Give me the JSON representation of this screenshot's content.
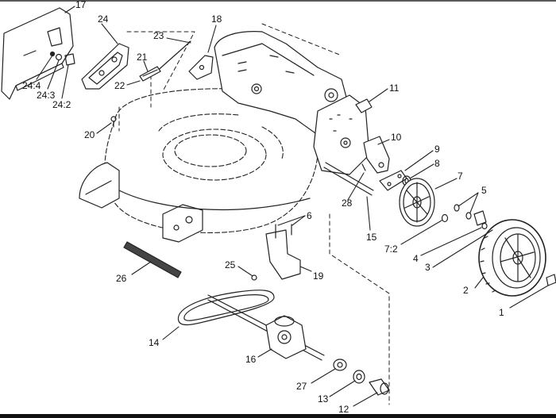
{
  "diagram": {
    "callouts": [
      {
        "id": "c17",
        "text": "17"
      },
      {
        "id": "c24",
        "text": "24"
      },
      {
        "id": "c18",
        "text": "18"
      },
      {
        "id": "c23",
        "text": "23"
      },
      {
        "id": "c21",
        "text": "21"
      },
      {
        "id": "c22",
        "text": "22"
      },
      {
        "id": "c24_4",
        "text": "24:4"
      },
      {
        "id": "c24_3",
        "text": "24:3"
      },
      {
        "id": "c24_2",
        "text": "24:2"
      },
      {
        "id": "c20",
        "text": "20"
      },
      {
        "id": "c11",
        "text": "11"
      },
      {
        "id": "c10",
        "text": "10"
      },
      {
        "id": "c9",
        "text": "9"
      },
      {
        "id": "c8",
        "text": "8"
      },
      {
        "id": "c7",
        "text": "7"
      },
      {
        "id": "c5",
        "text": "5"
      },
      {
        "id": "c28",
        "text": "28"
      },
      {
        "id": "c15",
        "text": "15"
      },
      {
        "id": "c7_2",
        "text": "7:2"
      },
      {
        "id": "c4",
        "text": "4"
      },
      {
        "id": "c3",
        "text": "3"
      },
      {
        "id": "c6",
        "text": "6"
      },
      {
        "id": "c19",
        "text": "19"
      },
      {
        "id": "c25",
        "text": "25"
      },
      {
        "id": "c26",
        "text": "26"
      },
      {
        "id": "c2",
        "text": "2"
      },
      {
        "id": "c1",
        "text": "1"
      },
      {
        "id": "c14",
        "text": "14"
      },
      {
        "id": "c16",
        "text": "16"
      },
      {
        "id": "c27",
        "text": "27"
      },
      {
        "id": "c13",
        "text": "13"
      },
      {
        "id": "c12",
        "text": "12"
      }
    ]
  }
}
